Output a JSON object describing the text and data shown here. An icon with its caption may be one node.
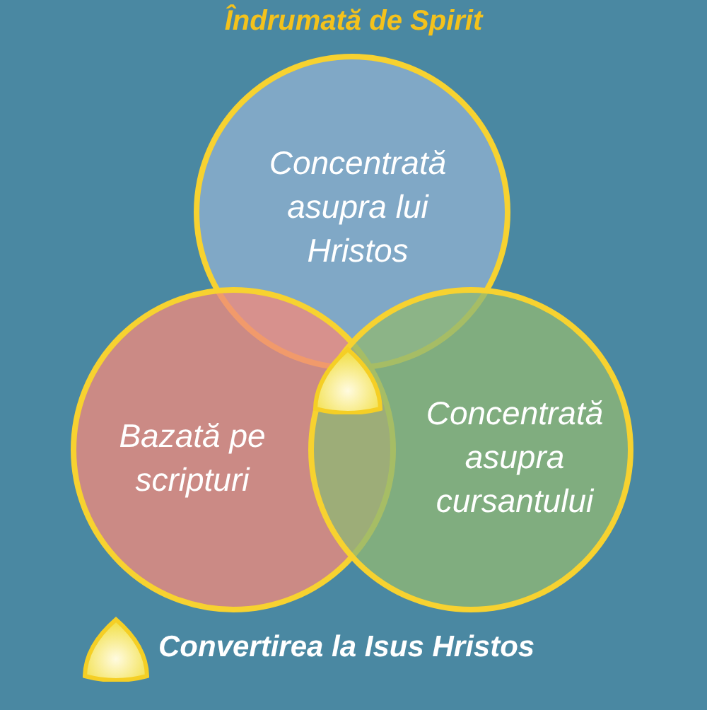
{
  "diagram": {
    "title": "Îndrumată de Spirit",
    "nodes": [
      {
        "text": [
          "Concentrată asupra lui Hristos"
        ]
      },
      {
        "text": [
          "Bazată pe scripturi"
        ]
      },
      {
        "text": [
          "Concentrată asupra cursantului"
        ]
      }
    ],
    "edges": [],
    "legend": [
      {
        "text": "Convertirea la Isus Hristos"
      }
    ]
  }
}
